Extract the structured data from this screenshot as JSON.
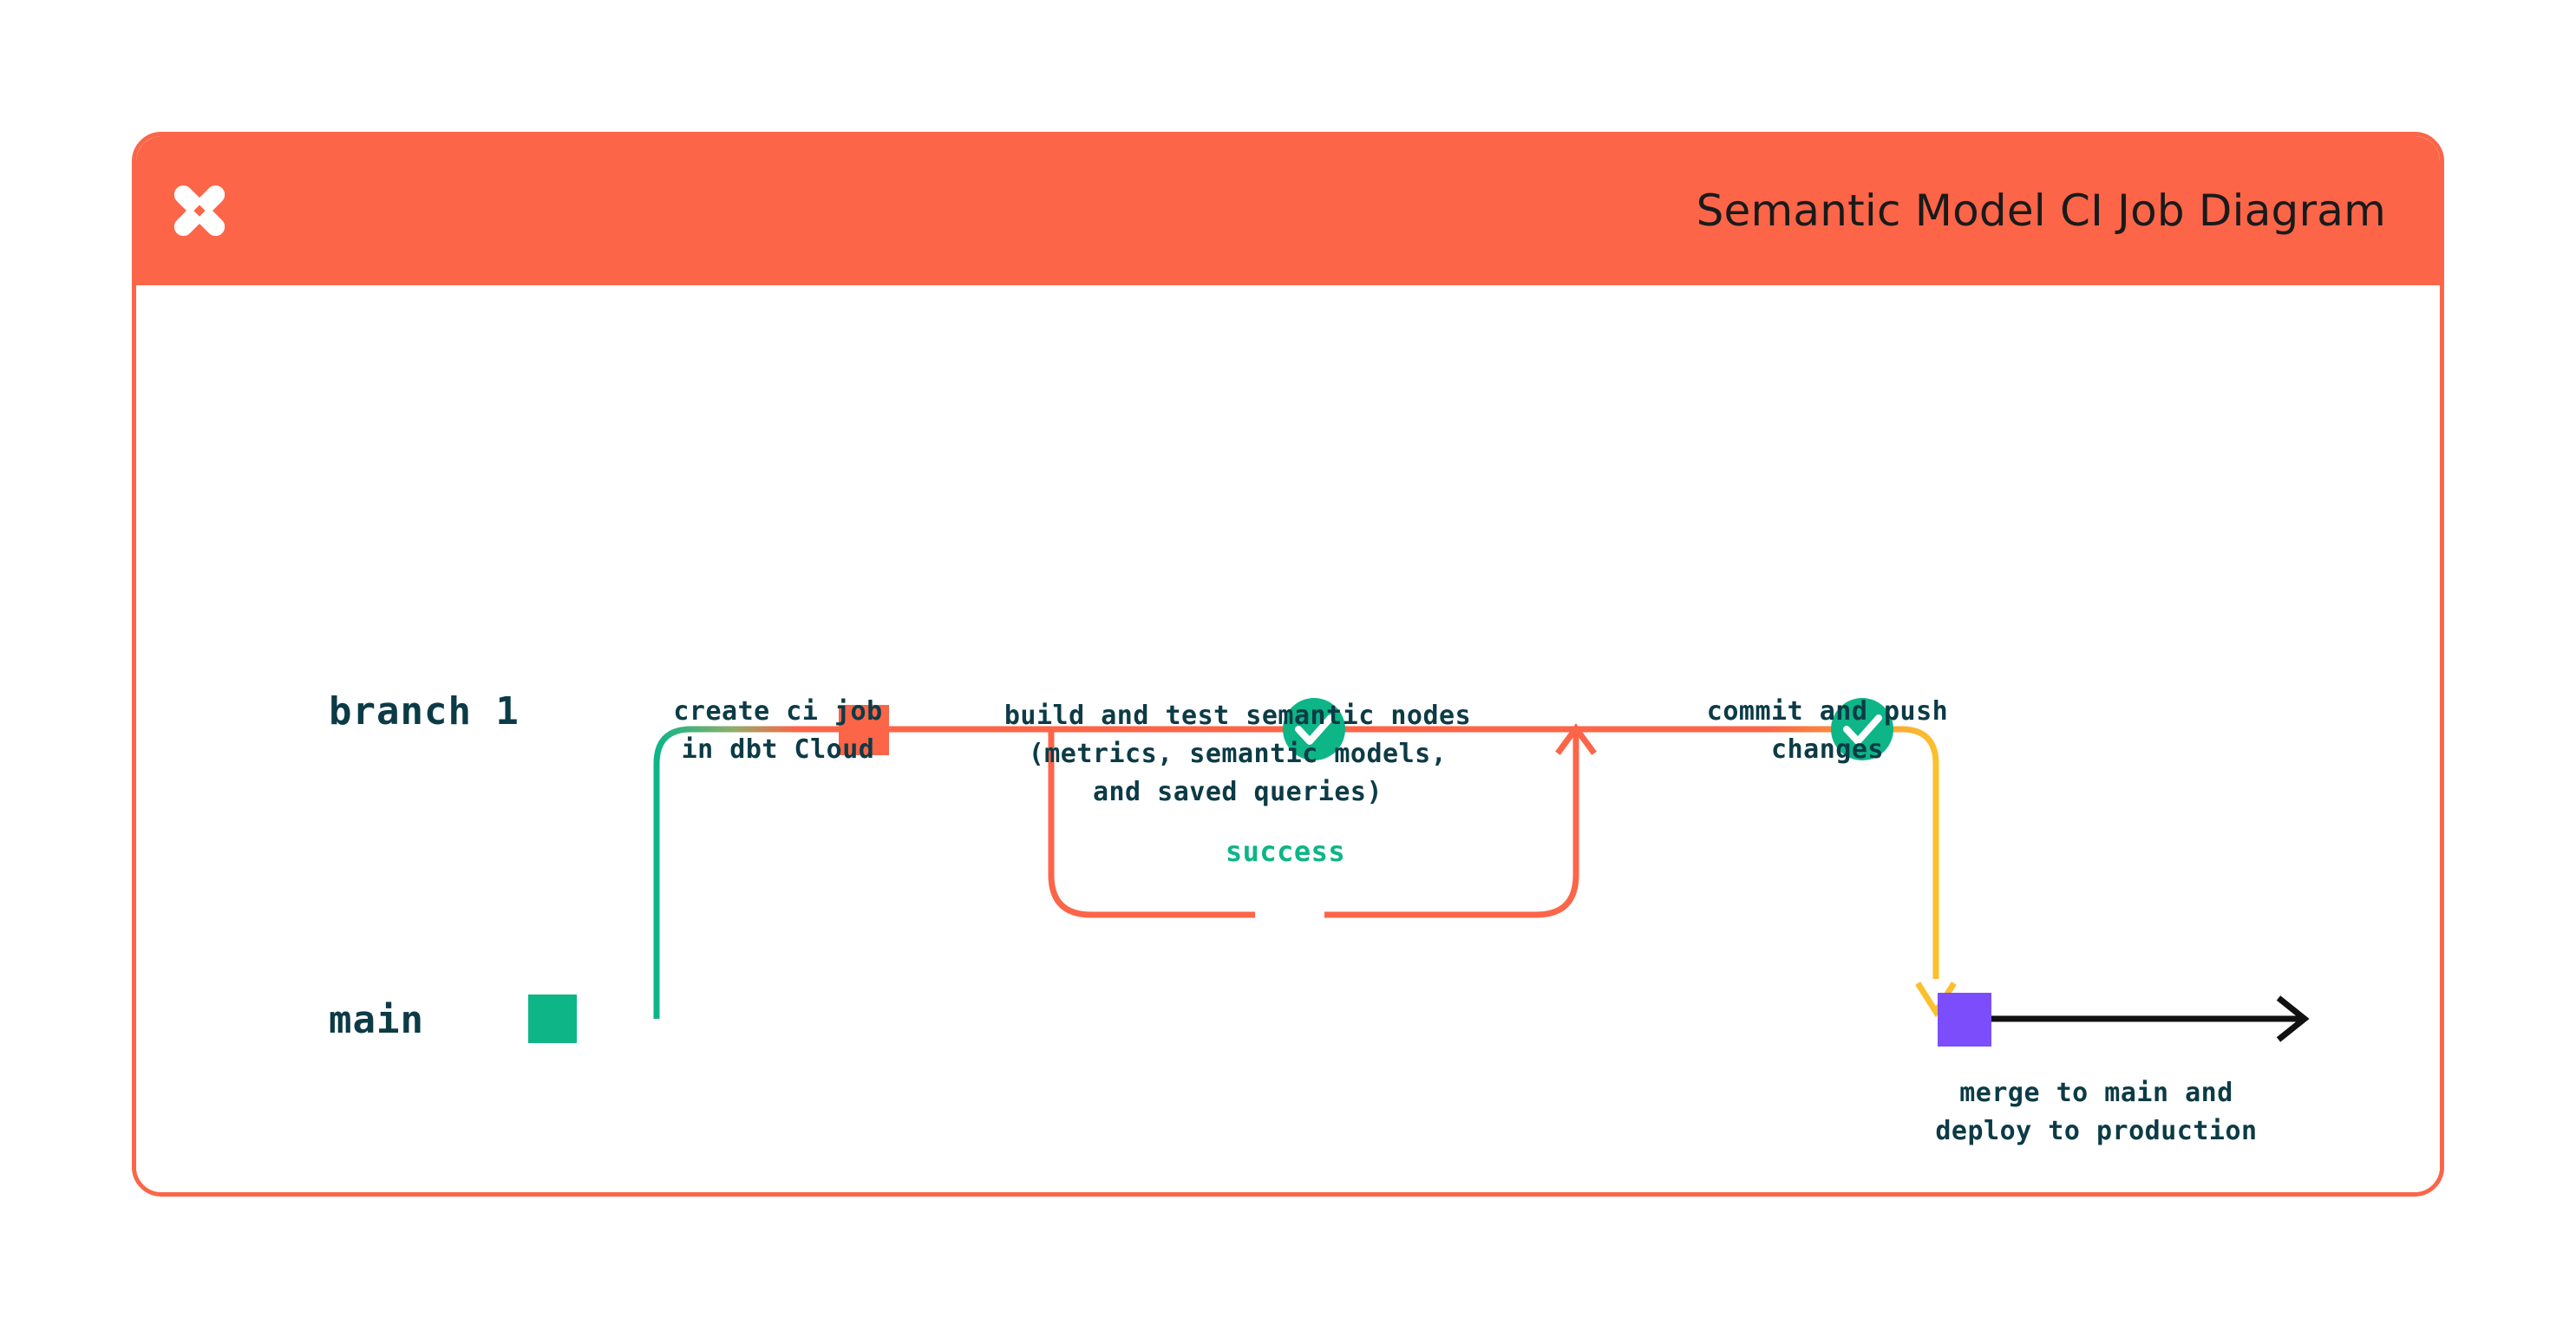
{
  "header": {
    "title": "Semantic Model CI Job Diagram",
    "logo_icon": "dbt-logo-icon",
    "bg_color": "#fc6548",
    "title_color": "#1a1a1a"
  },
  "card": {
    "border_color": "#fc6548",
    "background": "#ffffff"
  },
  "diagram": {
    "type": "git-branch-flow",
    "lanes": [
      {
        "id": "branch1",
        "label": "branch 1",
        "line_color": "#fc6548"
      },
      {
        "id": "main",
        "label": "main",
        "line_color": "#0db587"
      }
    ],
    "nodes": [
      {
        "id": "create-ci-job",
        "lane": "branch1",
        "marker": "square",
        "marker_color": "#fc6548",
        "caption": "create ci job\nin dbt Cloud"
      },
      {
        "id": "build-and-test",
        "lane": "branch1",
        "marker": "check-circle",
        "marker_color": "#0db587",
        "caption": "build and test semantic nodes\n(metrics, semantic models,\nand saved queries)"
      },
      {
        "id": "commit-and-push",
        "lane": "branch1",
        "marker": "check-circle",
        "marker_color": "#0db587",
        "caption": "commit and push\nchanges"
      },
      {
        "id": "merge-to-main",
        "lane": "main",
        "marker": "square",
        "marker_color": "#7c4dfa",
        "caption": "merge to main and\ndeploy to production"
      }
    ],
    "edges": [
      {
        "id": "success-loop",
        "label": "success",
        "label_color": "#0db587",
        "color": "#fc6548"
      },
      {
        "id": "merge-edge",
        "color": "#fbc02d"
      },
      {
        "id": "production-edge",
        "color": "#111111"
      }
    ],
    "colors": {
      "orange": "#fc6548",
      "green": "#0db587",
      "yellow": "#fbc02d",
      "purple": "#7c4dfa",
      "black": "#111111",
      "text_dark": "#0c3b46"
    }
  }
}
